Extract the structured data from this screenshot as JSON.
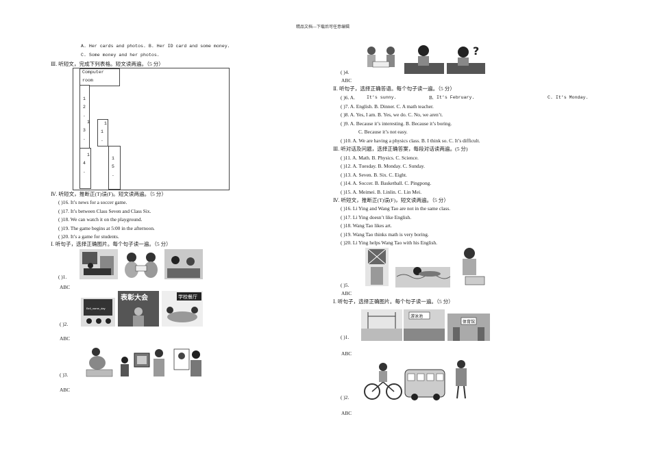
{
  "header": "精品文档---下载后可任意编辑",
  "left": {
    "optC_line1": "A. Her cards and photos. B. Her ID card and some money.",
    "optC_line2": "C. Some money and her photos.",
    "sec3_title": "Ⅲ. 听短文，完成下列表格。短文读两遍。（5 分）",
    "table": {
      "header_l1": "Computer",
      "header_l2": "room",
      "n12": [
        "1",
        "2",
        "."
      ],
      "n11": [
        "1",
        "1",
        "."
      ],
      "n13": [
        "1",
        "3",
        "."
      ],
      "n14": [
        "1",
        "4",
        "."
      ],
      "n15": [
        "1",
        "5",
        "."
      ]
    },
    "sec4_title": "Ⅳ. 听短文，推断正(T)误(F)。短文读两遍。（5 分）",
    "sec4_items": [
      "(    )16. It’s news for a soccer game.",
      "(    )17. It’s between Class Seven and Class Six.",
      "(    )18. We can watch it on the playground.",
      "(    )19. The game begins at 5:00 in the afternoon.",
      "(    )20. It’s a game for students."
    ],
    "sec1_title": "Ⅰ. 听句子，选择正确图片。每个句子读一遍。（5 分）",
    "q1": "(    )1.",
    "q2": "(    )2.",
    "q3": "(    )3.",
    "abc": "ABC",
    "sign1": "表彰大会",
    "sign2": "学校餐厅",
    "board": "Bell_name_day"
  },
  "right": {
    "q4": "(    )4.",
    "abc": "ABC",
    "sec2_title": "Ⅱ. 听句子，选择正确答语。每个句子读一遍。（5 分）",
    "q6_prefix": "(    )6. A.",
    "q6_a": "It’s sunny.",
    "q6_b_label": "B.",
    "q6_b": "It’s February.",
    "q6_c": "C. It’s Monday.",
    "q7": "(    )7. A. English. B. Dinner. C. A math teacher.",
    "q8": "(    )8. A. Yes, I am. B. Yes, we do. C. No, we aren’t.",
    "q9": "(    )9. A. Because it’s interesting. B. Because it’s boring.",
    "q9_c": "C. Because it’s not easy.",
    "q10": "(    )10. A. We are having a physics class. B. I think so. C. It’s difficult.",
    "sec3_title": "Ⅲ. 听对话及问题，选择正确答案，每段对话读两遍。(5 分)",
    "sec3_items": [
      "(    )11. A. Math. B. Physics. C. Science.",
      "(    )12. A. Tuesday. B. Monday. C. Sunday.",
      "(    )13. A. Seven. B. Six. C. Eight.",
      "(    )14. A. Soccer. B. Basketball. C. Pingpong.",
      "(    )15. A. Meimei. B. Linlin. C. Lin Mei."
    ],
    "sec4_title": "Ⅳ. 听短文，推断正(T)误(F)，短文读两遍。（5 分）",
    "sec4_items": [
      "(    )16. Li Ying and Wang Tao are not in the same class.",
      "(    )17. Li Ying doesn’t like English.",
      "(    )18. Wang Tao likes art.",
      "(    )19. Wang Tao thinks math is very boring.",
      "(    )20. Li Ying helps Wang Tao with his English."
    ],
    "q5": "(    )5.",
    "sec1_title": "Ⅰ. 听句子，选择正确图片。每个句子读一遍。（5 分）",
    "q1": "(    )1.",
    "q2": "(    )2.",
    "sign_pool": "游泳池",
    "sign_bldg": "体育馆"
  }
}
